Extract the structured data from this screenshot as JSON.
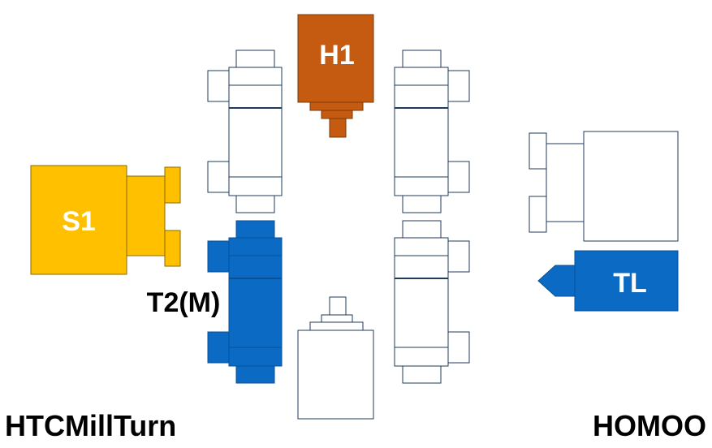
{
  "labels": {
    "h1": "H1",
    "s1": "S1",
    "t2m": "T2(M)",
    "tl": "TL",
    "left_caption": "HTCMillTurn",
    "right_caption": "HOMOO"
  },
  "colors": {
    "orange": "#c55a11",
    "yellow": "#ffc000",
    "blue": "#0a6ac4",
    "outline": "#1f3a5a"
  }
}
